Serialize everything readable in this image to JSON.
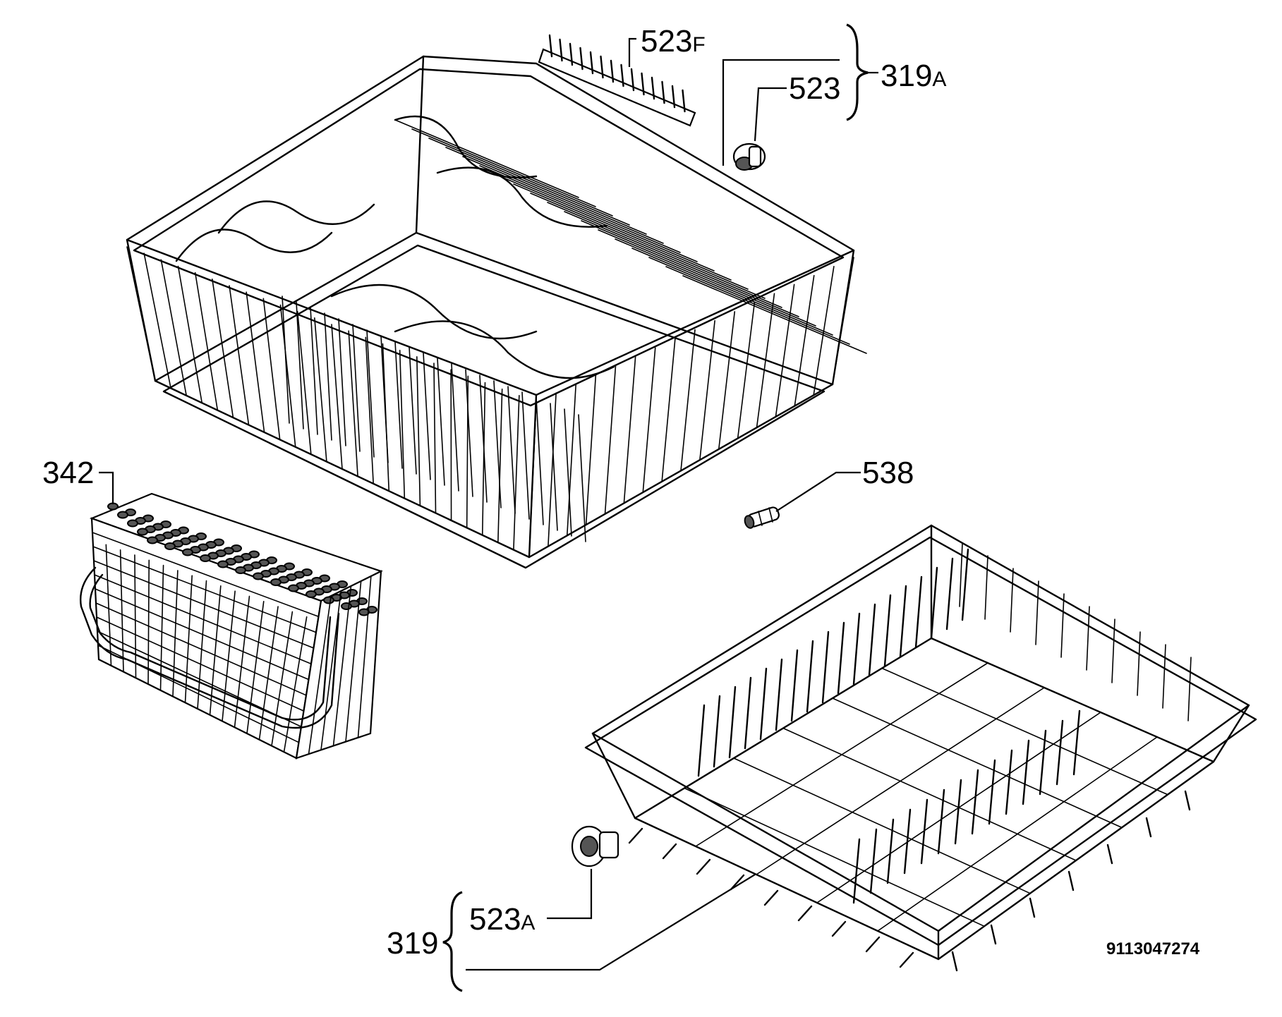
{
  "labels": {
    "upper_basket": {
      "num": "319",
      "suffix": "A"
    },
    "upper_wheel": {
      "num": "523",
      "suffix": ""
    },
    "upper_cup_rack": {
      "num": "523",
      "suffix": "F"
    },
    "cutlery_basket": {
      "num": "342",
      "suffix": ""
    },
    "spray_nozzle": {
      "num": "538",
      "suffix": ""
    },
    "lower_wheel": {
      "num": "523",
      "suffix": "A"
    },
    "lower_basket": {
      "num": "319",
      "suffix": ""
    }
  },
  "drawing_code": "9113047274"
}
